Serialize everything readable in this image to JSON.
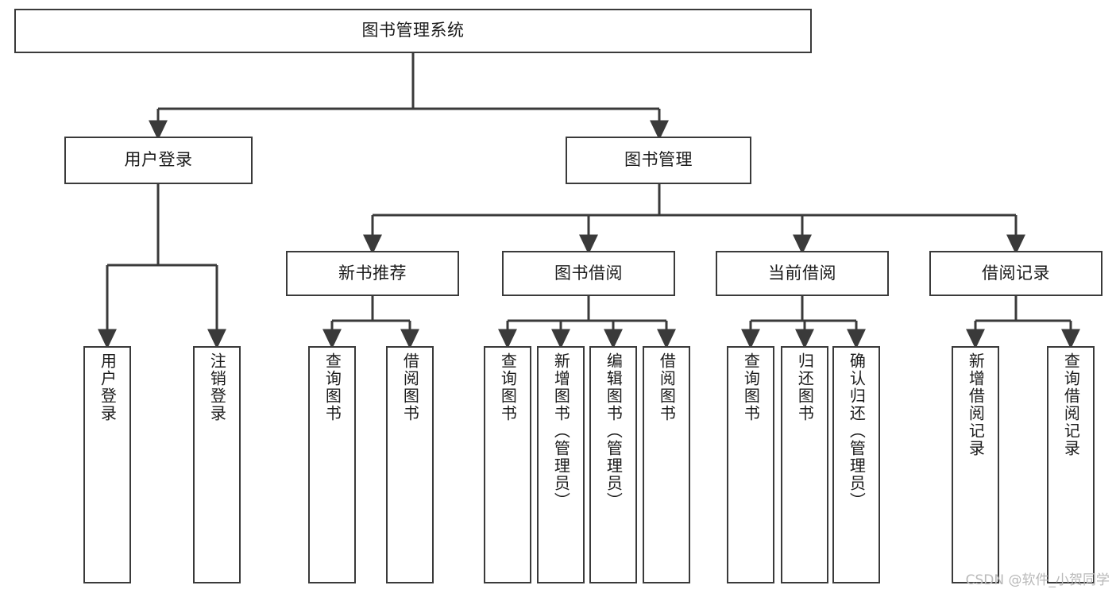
{
  "diagram": {
    "title": "图书管理系统",
    "type": "tree-hierarchy-chart",
    "stroke_color": "#3a3a3a",
    "fill_color": "#ffffff",
    "text_color": "#1b1b1b",
    "watermark": "CSDN @软件_小贺同学",
    "root": {
      "id": "root",
      "label": "图书管理系统"
    },
    "level1": [
      {
        "id": "user-login",
        "label": "用户登录"
      },
      {
        "id": "book-management",
        "label": "图书管理"
      }
    ],
    "level2": [
      {
        "id": "new-book-recommend",
        "label": "新书推荐",
        "parent": "book-management"
      },
      {
        "id": "book-borrow",
        "label": "图书借阅",
        "parent": "book-management"
      },
      {
        "id": "current-borrow",
        "label": "当前借阅",
        "parent": "book-management"
      },
      {
        "id": "borrow-record",
        "label": "借阅记录",
        "parent": "book-management"
      }
    ],
    "leaves": {
      "user-login": [
        {
          "id": "leaf-user-login",
          "label": "用户登录"
        },
        {
          "id": "leaf-logout-login",
          "label": "注销登录"
        }
      ],
      "new-book-recommend": [
        {
          "id": "leaf-query-book-1",
          "label": "查询图书"
        },
        {
          "id": "leaf-borrow-book-1",
          "label": "借阅图书"
        }
      ],
      "book-borrow": [
        {
          "id": "leaf-query-book-2",
          "label": "查询图书"
        },
        {
          "id": "leaf-add-book",
          "label": "新增图书（管理员）"
        },
        {
          "id": "leaf-edit-book",
          "label": "编辑图书（管理员）"
        },
        {
          "id": "leaf-borrow-book-2",
          "label": "借阅图书"
        }
      ],
      "current-borrow": [
        {
          "id": "leaf-query-book-3",
          "label": "查询图书"
        },
        {
          "id": "leaf-return-book",
          "label": "归还图书"
        },
        {
          "id": "leaf-confirm-return",
          "label": "确认归还（管理员）"
        }
      ],
      "borrow-record": [
        {
          "id": "leaf-add-record",
          "label": "新增借阅记录"
        },
        {
          "id": "leaf-query-record",
          "label": "查询借阅记录"
        }
      ]
    }
  }
}
